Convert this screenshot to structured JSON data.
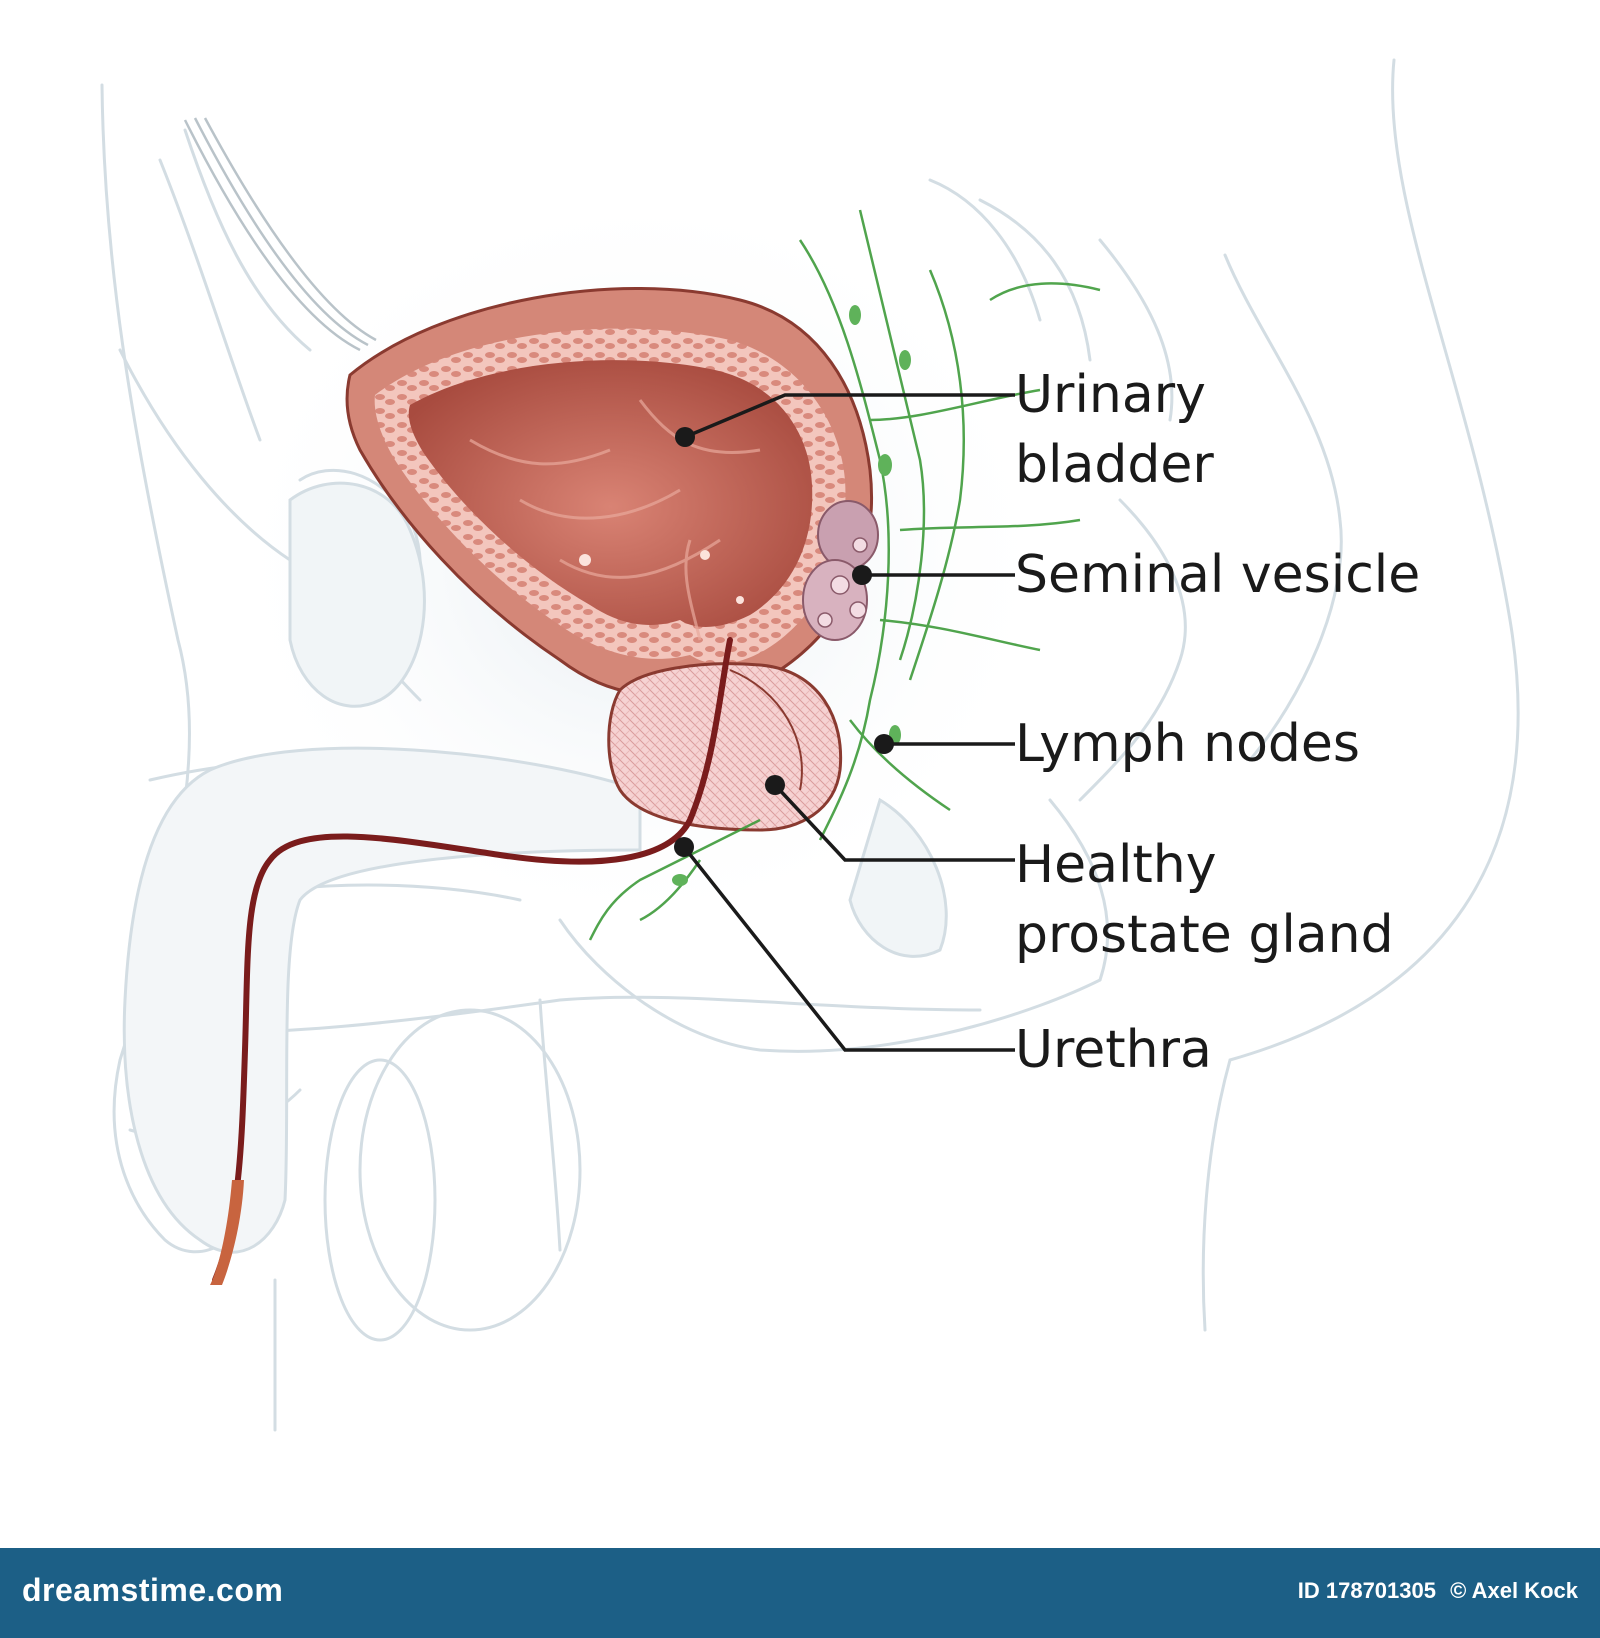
{
  "labels": {
    "urinary_bladder": [
      "Urinary",
      "bladder"
    ],
    "seminal_vesicle": "Seminal vesicle",
    "lymph_nodes": "Lymph nodes",
    "healthy_prostate_gland": [
      "Healthy",
      "prostate gland"
    ],
    "urethra": "Urethra"
  },
  "footer": {
    "brand": "dreamstime.com",
    "image_id": "ID 178701305",
    "author": "© Axel Kock"
  },
  "colors": {
    "bladder_wall": "#e8a79b",
    "bladder_lumen": "#b8594b",
    "prostate": "#f1c3c3",
    "urethra": "#7a1c1c",
    "lymph": "#3e9b3a",
    "body_outline": "#cfd8dd",
    "footer_bar": "#1c5f86"
  }
}
